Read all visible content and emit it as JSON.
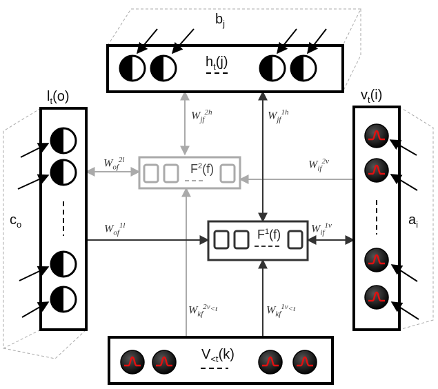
{
  "labels": {
    "top_layer": {
      "main": "h",
      "sub": "t",
      "arg": "(j)"
    },
    "top_bias": {
      "main": "b",
      "sub": "j"
    },
    "left_layer": {
      "main": "l",
      "sub": "t",
      "arg": "(o)"
    },
    "left_bias": {
      "main": "c",
      "sub": "o"
    },
    "right_layer": {
      "main": "v",
      "sub": "t",
      "arg": "(i)"
    },
    "right_bias": {
      "main": "a",
      "sub": "i"
    },
    "bottom_layer": {
      "main": "V",
      "sub": "<t",
      "arg": "(k)"
    },
    "f2": {
      "main": "F",
      "sup": "2",
      "arg": "(f)"
    },
    "f1": {
      "main": "F",
      "sup": "1",
      "arg": "(f)"
    }
  },
  "weights": {
    "w_jf_2h": {
      "main": "W",
      "sub": "jf",
      "sup": "2h"
    },
    "w_jf_1h": {
      "main": "W",
      "sub": "jf",
      "sup": "1h"
    },
    "w_of_2l": {
      "main": "W",
      "sub": "of",
      "sup": "2l"
    },
    "w_of_1l": {
      "main": "W",
      "sub": "of",
      "sup": "1l"
    },
    "w_if_2v": {
      "main": "W",
      "sub": "if",
      "sup": "2v"
    },
    "w_if_1v": {
      "main": "W",
      "sub": "if",
      "sup": "1v"
    },
    "w_kf_2v": {
      "main": "W",
      "sub": "kf",
      "sup": "2v",
      "supsub": "<t"
    },
    "w_kf_1v": {
      "main": "W",
      "sub": "kf",
      "sup": "1v",
      "supsub": "<t"
    }
  },
  "colors": {
    "dark": "#333333",
    "light": "#aaaaaa",
    "unit_red": "#e01010",
    "unit_dark": "#111111"
  },
  "icons": {
    "binary_unit": "half-filled-circle-icon",
    "gaussian_unit": "gaussian-bump-icon"
  }
}
